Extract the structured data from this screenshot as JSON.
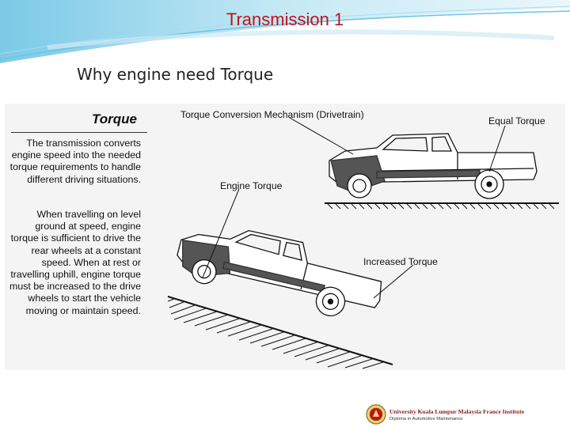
{
  "slide": {
    "title": "Transmission 1",
    "subtitle": "Why engine need Torque"
  },
  "figure": {
    "panel_heading": "Torque",
    "paragraph_1": "The transmission converts engine speed into the needed torque requirements to handle different driving situations.",
    "paragraph_2": "When travelling on level ground at speed, engine torque is sufficient to drive the rear wheels at a constant speed. When at rest or travelling uphill, engine torque must be increased to the drive wheels to start the vehicle moving or maintain speed.",
    "diagram_title": "Torque Conversion Mechanism (Drivetrain)",
    "label_equal_torque": "Equal Torque",
    "label_engine_torque": "Engine Torque",
    "label_increased_torque": "Increased Torque"
  },
  "footer": {
    "institution": "University Kuala Lumpur Malaysia France Institute",
    "programme": "Diploma in Automotive Maintenance"
  },
  "colors": {
    "title_red": "#c0141c",
    "swoosh_blue": "#8fd3ea",
    "figure_bg": "#f4f4f4"
  }
}
